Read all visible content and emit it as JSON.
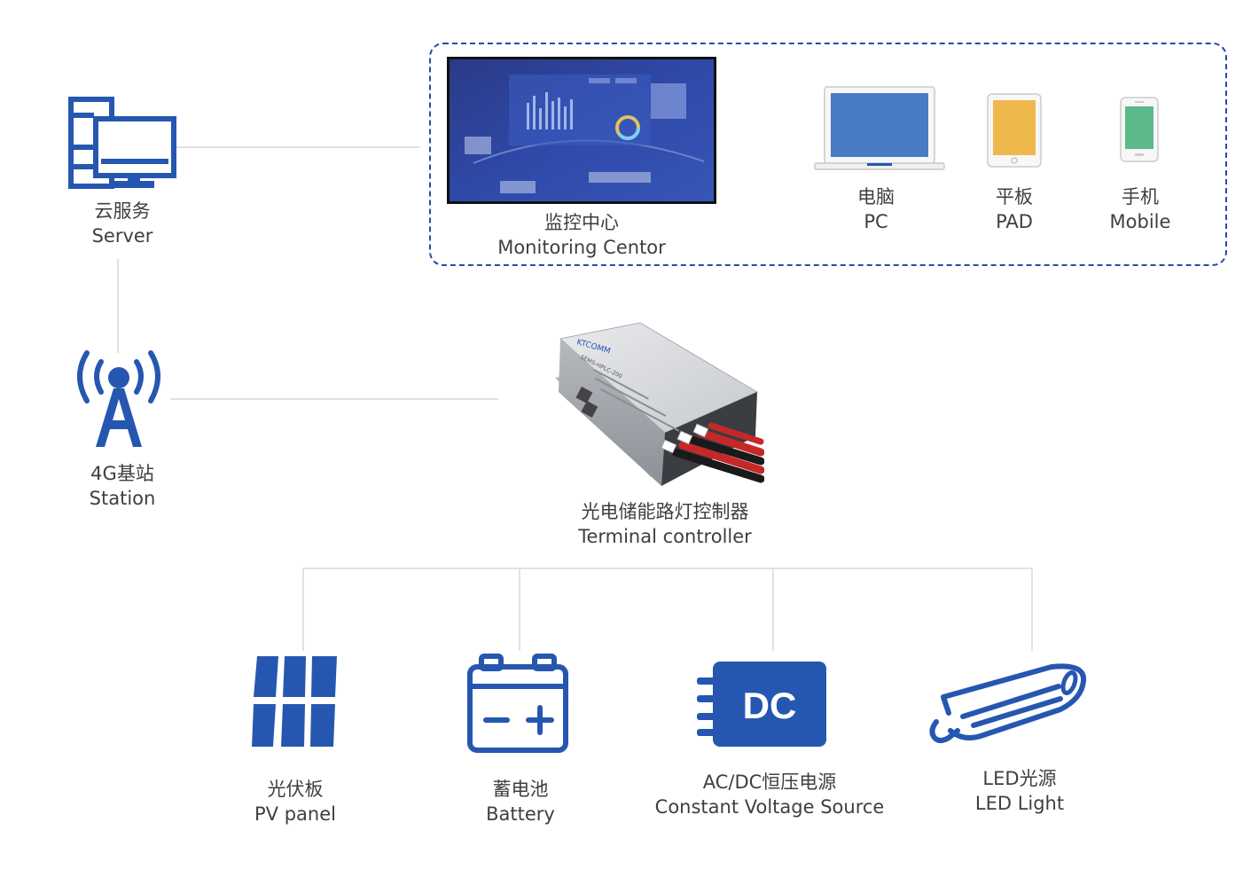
{
  "colors": {
    "primary_blue": "#2657b0",
    "connector": "#d8d8d8",
    "dashed_border": "#2a4aa8",
    "pc_screen": "#4a7cc4",
    "pad_screen": "#efb84c",
    "mobile_screen": "#5cb98a",
    "text": "#3f3f3f"
  },
  "nodes": {
    "server": {
      "icon": "server-computer-icon",
      "label_cn": "云服务",
      "label_en": "Server"
    },
    "station": {
      "icon": "cell-tower-icon",
      "label_cn": "4G基站",
      "label_en": "Station"
    },
    "monitoring": {
      "label_cn": "监控中心",
      "label_en": "Monitoring Centor"
    },
    "pc": {
      "icon": "laptop-icon",
      "label_cn": "电脑",
      "label_en": "PC"
    },
    "pad": {
      "icon": "tablet-icon",
      "label_cn": "平板",
      "label_en": "PAD"
    },
    "mobile": {
      "icon": "phone-icon",
      "label_cn": "手机",
      "label_en": "Mobile"
    },
    "controller": {
      "label_cn": "光电储能路灯控制器",
      "label_en": "Terminal controller",
      "device_text": {
        "brand": "KTCOMM",
        "model": "SEMS-HPLC-200"
      }
    },
    "pv": {
      "icon": "solar-panel-icon",
      "label_cn": "光伏板",
      "label_en": "PV panel"
    },
    "battery": {
      "icon": "battery-icon",
      "label_cn": "蓄电池",
      "label_en": "Battery"
    },
    "dc": {
      "icon": "dc-power-icon",
      "icon_text": "DC",
      "label_cn": "AC/DC恒压电源",
      "label_en": "Constant Voltage Source"
    },
    "led": {
      "icon": "street-light-icon",
      "label_cn": "LED光源",
      "label_en": "LED Light"
    }
  }
}
